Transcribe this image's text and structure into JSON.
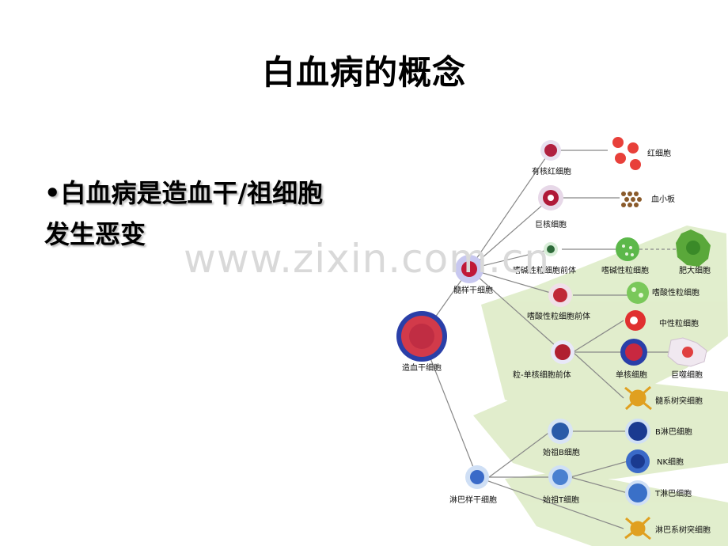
{
  "slide": {
    "title": "白血病的概念",
    "bullet_text_line1": "•白血病是造血干/祖细胞",
    "bullet_text_line2": "发生恶变",
    "watermark": "www.zixin.com.cn"
  },
  "diagram": {
    "labels": {
      "hsc": "造血干细胞",
      "myeloid_stem": "髓样干细胞",
      "lymphoid_stem": "淋巴样干细胞",
      "nucleated_rbc": "有核红细胞",
      "rbc": "红细胞",
      "megakaryocyte": "巨核细胞",
      "platelet": "血小板",
      "basophil_pre": "嗜碱性粒细胞前体",
      "basophil": "嗜碱性粒细胞",
      "mast": "肥大细胞",
      "eosinophil_pre": "嗜酸性粒细胞前体",
      "eosinophil": "嗜酸性粒细胞",
      "neutrophil": "中性粒细胞",
      "gm_pre": "粒-单核细胞前体",
      "monocyte": "单核细胞",
      "macrophage": "巨噬细胞",
      "myeloid_dc": "髓系树突细胞",
      "pro_b": "始祖B细胞",
      "b_cell": "B淋巴细胞",
      "nk": "NK细胞",
      "pro_t": "始祖T细胞",
      "t_cell": "T淋巴细胞",
      "lymphoid_dc": "淋巴系树突细胞"
    },
    "colors": {
      "red_cell": "#e8403a",
      "platelet": "#8a5a2a",
      "green_cell": "#5cb84a",
      "blue_cell": "#2a5aa8",
      "leaf": "#dcebc4",
      "dendritic": "#e0a020"
    }
  }
}
